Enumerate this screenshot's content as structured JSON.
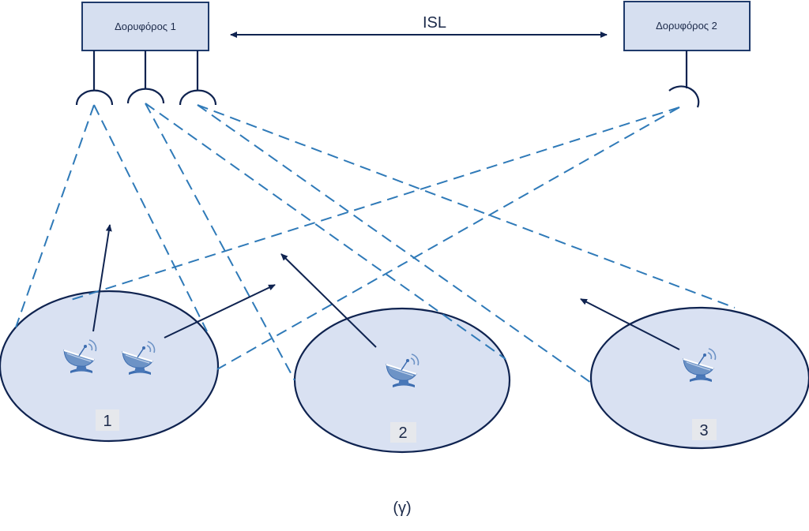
{
  "satellites": [
    {
      "label": "Δορυφόρος 1"
    },
    {
      "label": "Δορυφόρος 2"
    }
  ],
  "link": {
    "label": "ISL"
  },
  "zones": [
    {
      "label": "1"
    },
    {
      "label": "2"
    },
    {
      "label": "3"
    }
  ],
  "caption": "(γ)",
  "colors": {
    "box_fill": "#d6dff0",
    "box_stroke": "#1f3a6b",
    "beam": "#2f7ab8",
    "zone_fill": "#d9e1f2",
    "zone_stroke": "#0f2350",
    "arrow": "#0f2350",
    "label_box": "#e6e8ec",
    "dish": "#5b84bd"
  },
  "icons": [
    "satellite-dish-icon"
  ]
}
